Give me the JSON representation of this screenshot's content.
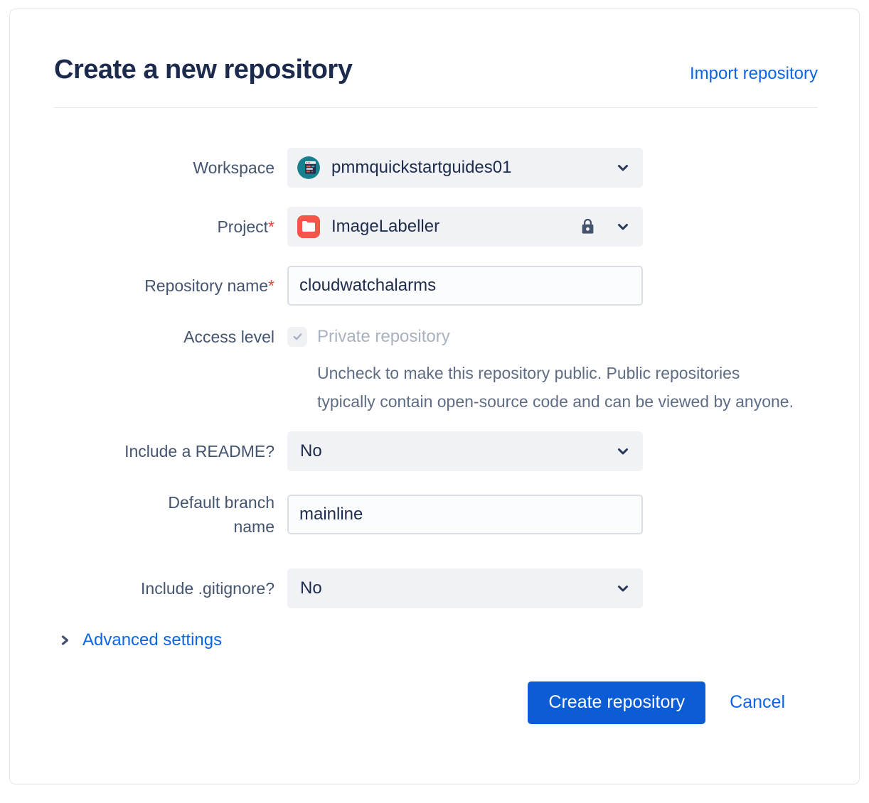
{
  "page": {
    "title": "Create a new repository",
    "import_link": "Import repository"
  },
  "form": {
    "workspace": {
      "label": "Workspace",
      "value": "pmmquickstartguides01"
    },
    "project": {
      "label": "Project",
      "required": "*",
      "value": "ImageLabeller",
      "locked": true
    },
    "repository_name": {
      "label": "Repository name",
      "required": "*",
      "value": "cloudwatchalarms"
    },
    "access_level": {
      "label": "Access level",
      "checkbox_label": "Private repository",
      "checked": true,
      "disabled": true,
      "help": "Uncheck to make this repository public. Public repositories typically contain open-source code and can be viewed by anyone."
    },
    "include_readme": {
      "label": "Include a README?",
      "value": "No"
    },
    "default_branch": {
      "label": "Default branch name",
      "value": "mainline"
    },
    "include_gitignore": {
      "label": "Include .gitignore?",
      "value": "No"
    },
    "advanced_settings_label": "Advanced settings"
  },
  "actions": {
    "create_label": "Create repository",
    "cancel_label": "Cancel"
  },
  "icons": {
    "workspace_avatar": "teal-browser-window-avatar",
    "project": "red-folder-icon",
    "lock": "lock-icon",
    "select_chevron": "chevron-down-icon",
    "advanced_chevron": "chevron-right-icon",
    "checkbox_check": "checkmark-icon"
  },
  "colors": {
    "link": "#0C66E4",
    "primary_button": "#0C5CD6",
    "title_text": "#1C2B4D",
    "label_text": "#44546F",
    "help_text": "#5F6C85",
    "disabled_text": "#A9B1BF",
    "select_bg": "#F1F2F5",
    "required_asterisk": "#E2483D",
    "project_icon_bg": "#F65349",
    "avatar_bg": "#16808D"
  }
}
